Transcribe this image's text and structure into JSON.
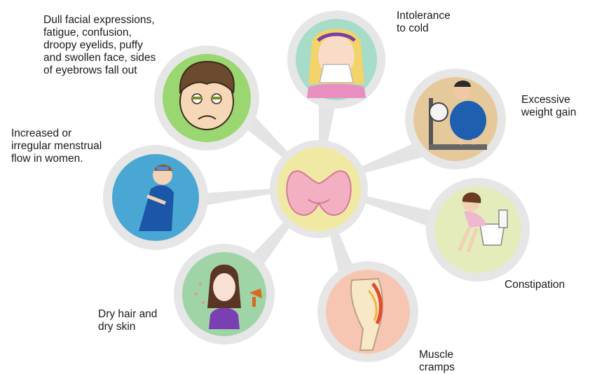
{
  "center": {
    "icon": "thyroid-gland-icon"
  },
  "symptoms": [
    {
      "id": "face",
      "icon": "tired-face-icon",
      "lines": [
        "Dull facial expressions,",
        "fatigue, confusion,",
        "droopy eyelids, puffy",
        "and swollen face, sides",
        "of eyebrows fall out"
      ]
    },
    {
      "id": "cold",
      "icon": "sneezing-woman-icon",
      "lines": [
        "Intolerance",
        "to cold"
      ]
    },
    {
      "id": "weight",
      "icon": "weighing-scale-woman-icon",
      "lines": [
        "Excessive",
        "weight gain"
      ]
    },
    {
      "id": "menstrual",
      "icon": "woman-cramps-icon",
      "lines": [
        "Increased or",
        "irregular menstrual",
        "flow in women."
      ]
    },
    {
      "id": "constipation",
      "icon": "toilet-woman-icon",
      "lines": [
        "Constipation"
      ]
    },
    {
      "id": "hair",
      "icon": "hair-dryer-woman-icon",
      "lines": [
        "Dry hair and",
        "dry skin"
      ]
    },
    {
      "id": "cramps",
      "icon": "leg-cramp-icon",
      "lines": [
        "Muscle",
        "cramps"
      ]
    }
  ],
  "colors": {
    "hub": "#e4e4e4",
    "center_fill": "#f0e9a4",
    "thyroid": "#f3b0c2",
    "face_bg": "#9bd770",
    "cold_bg": "#a6dcc8",
    "weight_bg": "#e6c99b",
    "menstrual_bg": "#4aa7d3",
    "constipation_bg": "#e4ecbc",
    "hair_bg": "#9fd4a6",
    "cramps_bg": "#f7c6b2"
  }
}
